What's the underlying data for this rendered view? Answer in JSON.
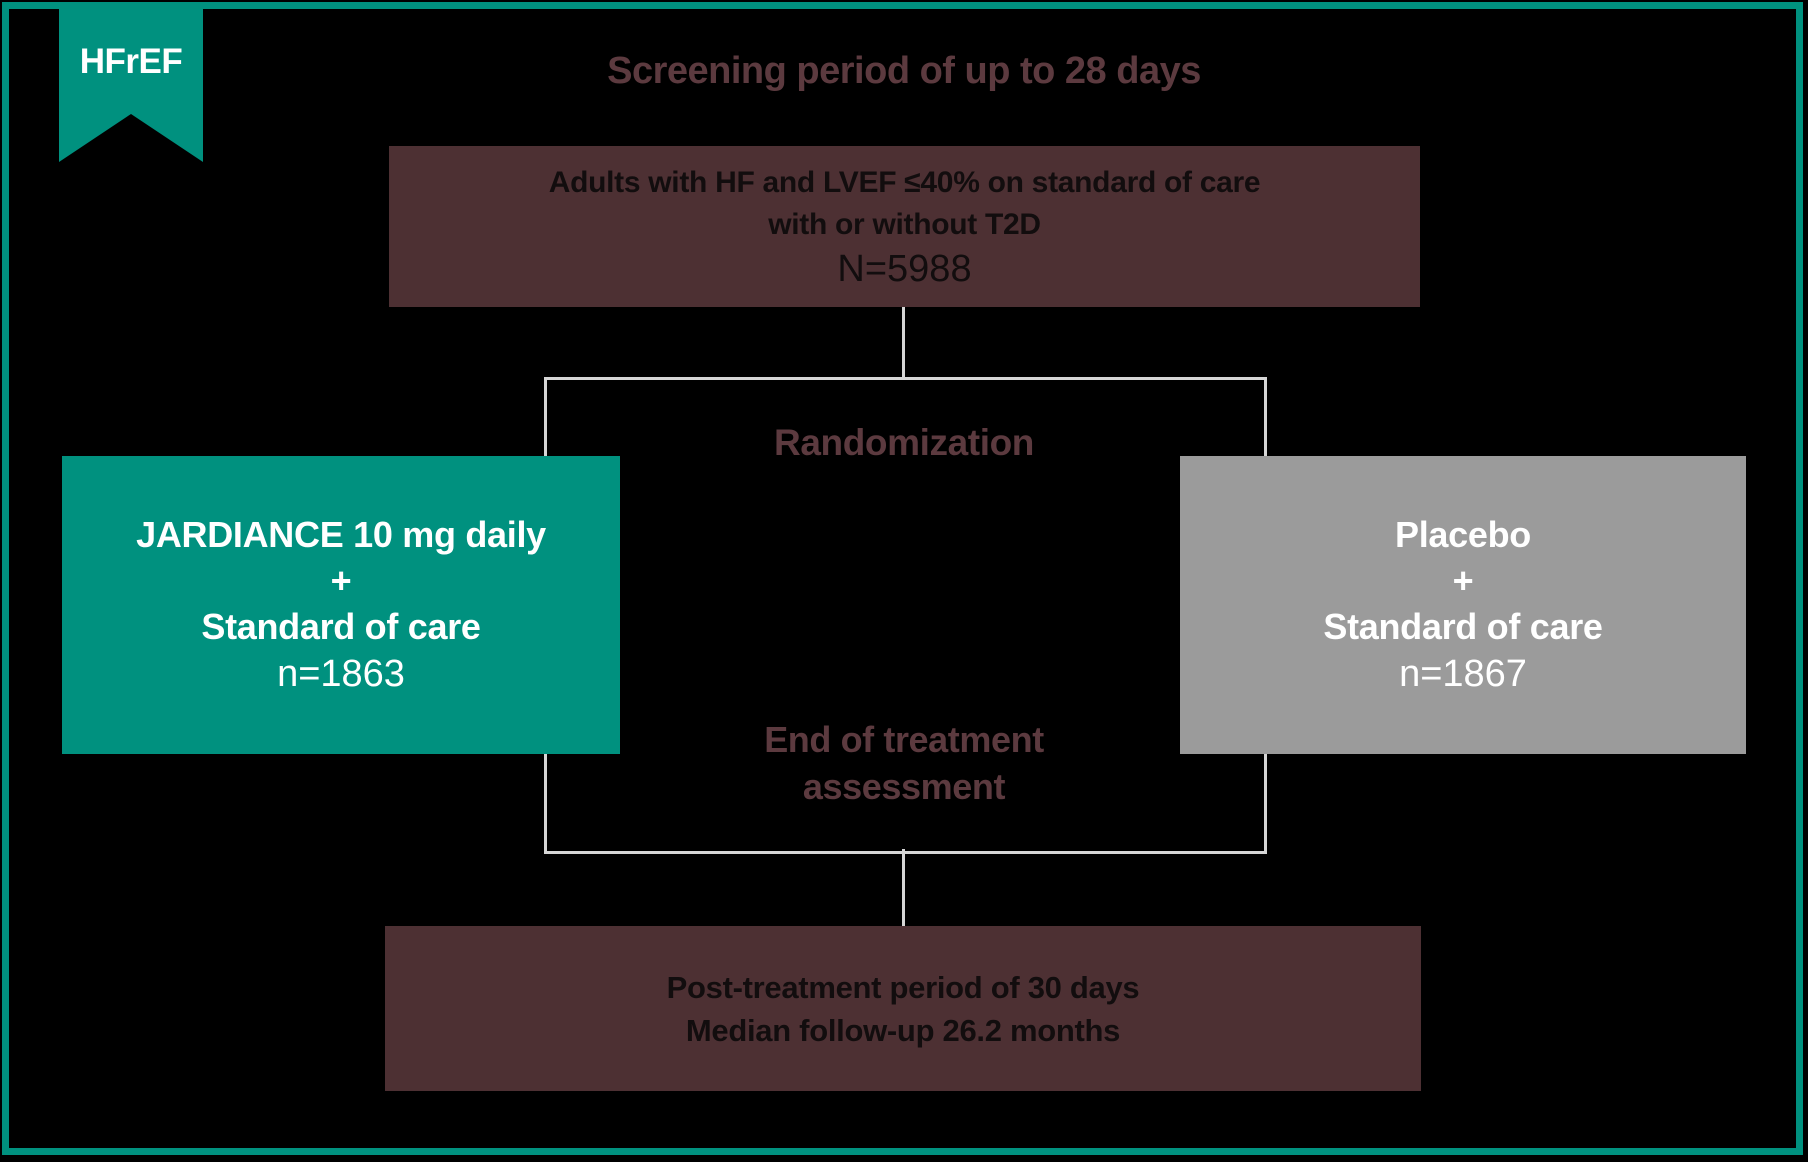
{
  "badge": {
    "label": "HFrEF"
  },
  "header": {
    "title": "Screening period of up to 28 days"
  },
  "screening_box": {
    "line1": "Adults with HF and LVEF ≤40% on standard of care",
    "line2": "with or without T2D",
    "n": "N=5988"
  },
  "randomization_label": "Randomization",
  "jardiance_arm": {
    "line1": "JARDIANCE 10 mg daily",
    "plus": "+",
    "line2": "Standard of care",
    "n": "n=1863"
  },
  "placebo_arm": {
    "line1": "Placebo",
    "plus": "+",
    "line2": "Standard of care",
    "n": "n=1867"
  },
  "end_of_treatment_label": {
    "line1": "End of treatment",
    "line2": "assessment"
  },
  "post_treatment_box": {
    "line1": "Post-treatment period of 30 days",
    "line2": "Median follow-up 26.2 months"
  },
  "colors": {
    "teal": "#00917F",
    "maroon_box": "#4D3033",
    "maroon_text": "#5C3A3F",
    "gray_box": "#9B9B9B",
    "line_gray": "#D6D6D6",
    "background": "#000000",
    "text_black": "#120D0E",
    "text_white": "#FFFFFF"
  }
}
